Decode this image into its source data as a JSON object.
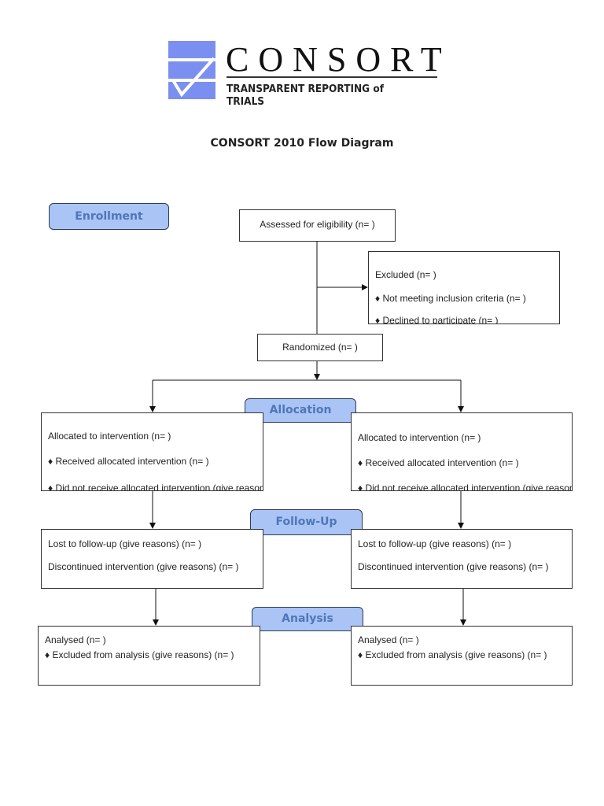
{
  "logo": {
    "wordmark": "CONSORT",
    "tagline": "TRANSPARENT REPORTING of TRIALS",
    "color": "#7b8ff0"
  },
  "title": "CONSORT 2010 Flow Diagram",
  "stages": {
    "enrollment": "Enrollment",
    "allocation": "Allocation",
    "follow_up": "Follow-Up",
    "analysis": "Analysis"
  },
  "boxes": {
    "assessed": "Assessed for eligibility (n=  )",
    "excluded": {
      "title": "Excluded  (n=   )",
      "items": [
        "♦  Not meeting inclusion criteria (n=  )",
        "♦  Declined to participate (n=  )"
      ]
    },
    "randomized": "Randomized (n=  )",
    "allocation_left": {
      "title": "Allocated to intervention (n=  )",
      "items": [
        "♦ Received allocated intervention (n=  )",
        "♦ Did not receive allocated intervention (give reasons) (n=  )"
      ]
    },
    "allocation_right": {
      "title": "Allocated to intervention (n=  )",
      "items": [
        "♦ Received allocated intervention (n=  )",
        "♦ Did not receive allocated intervention (give reasons) (n=  )"
      ]
    },
    "followup_left": {
      "lost": "Lost to follow-up (give reasons) (n=  )",
      "discontinued": "Discontinued intervention (give reasons) (n=  )"
    },
    "followup_right": {
      "lost": "Lost to follow-up (give reasons) (n=  )",
      "discontinued": "Discontinued intervention (give reasons) (n=  )"
    },
    "analysis_left": {
      "analysed": "Analysed  (n=  )",
      "excluded": "♦ Excluded from analysis (give reasons) (n=  )"
    },
    "analysis_right": {
      "analysed": "Analysed  (n=  )",
      "excluded": "♦ Excluded from analysis (give reasons) (n=  )"
    }
  }
}
